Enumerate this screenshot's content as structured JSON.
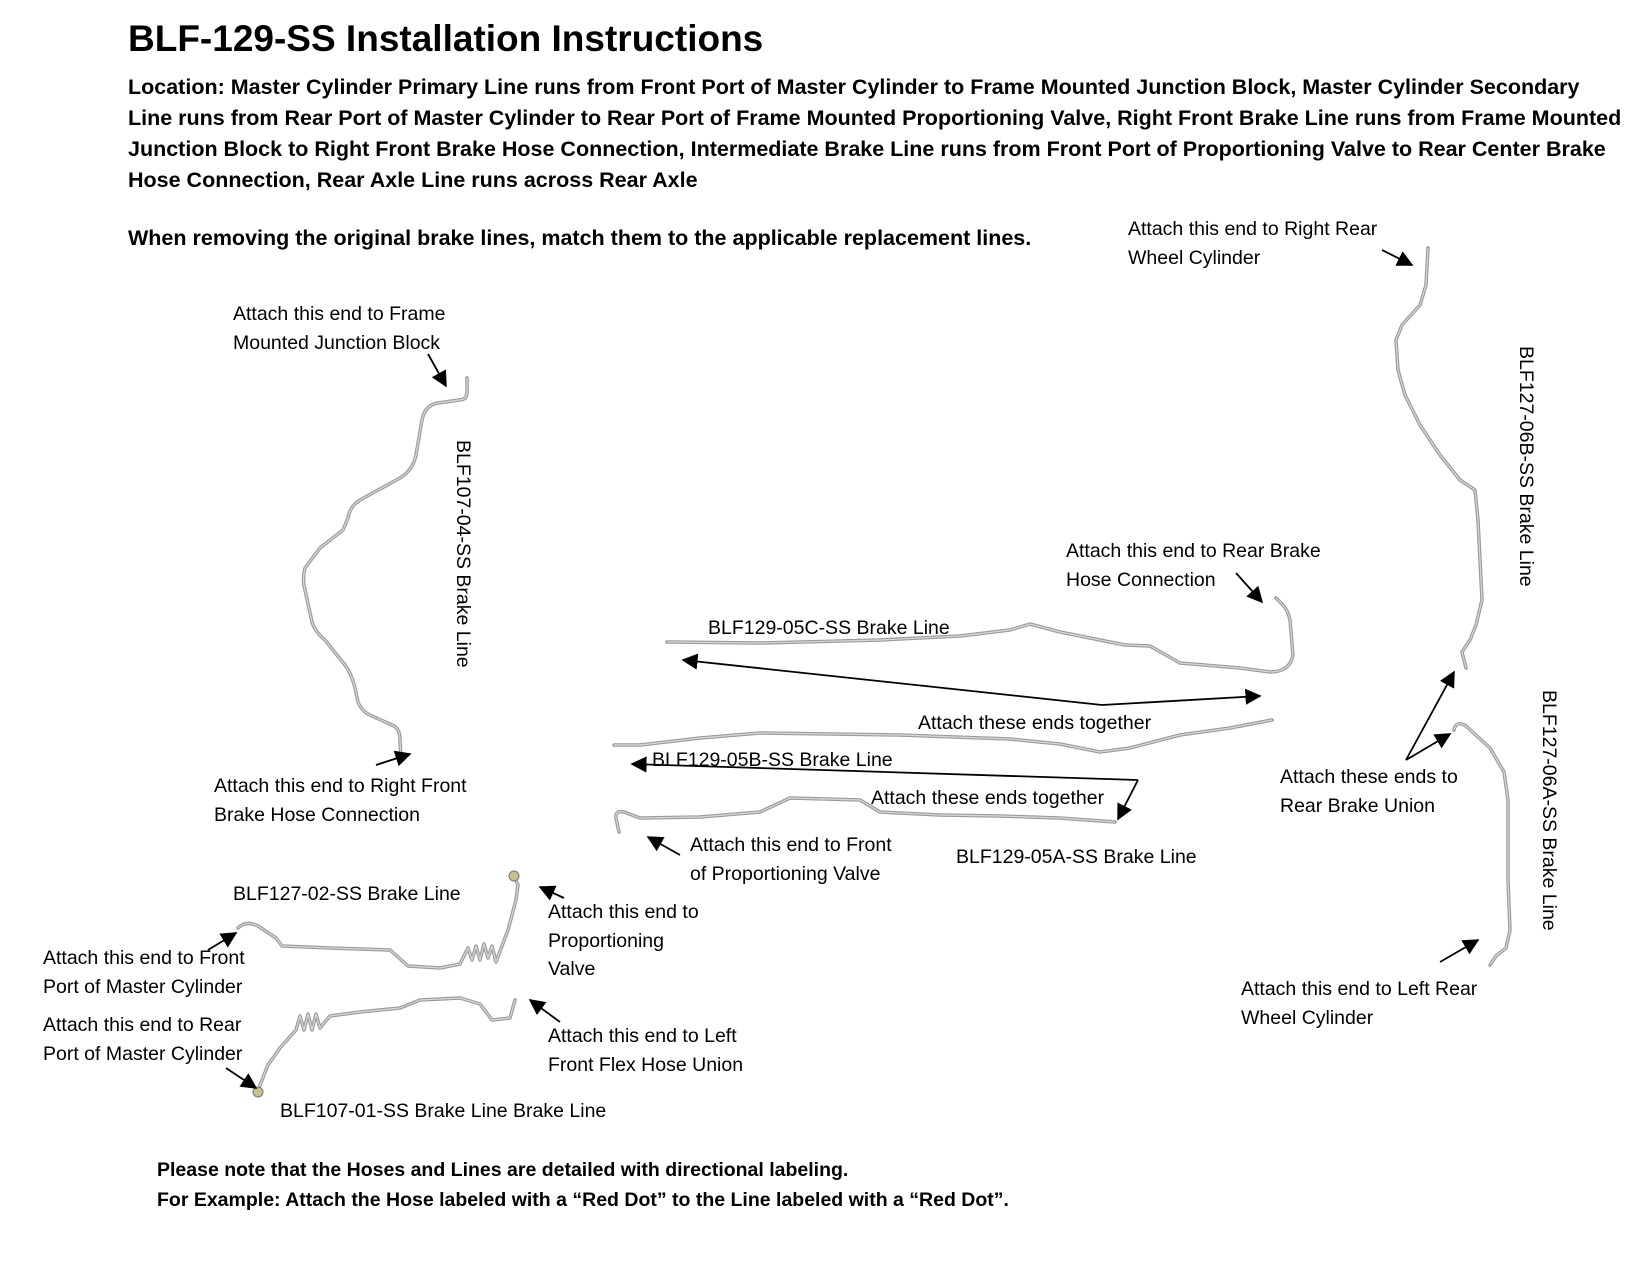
{
  "title": "BLF-129-SS Installation Instructions",
  "location": "Location: Master Cylinder Primary Line runs from Front Port of Master Cylinder to Frame Mounted Junction Block, Master Cylinder Secondary Line runs from Rear Port of Master Cylinder to Rear Port of Frame Mounted Proportioning Valve, Right Front Brake Line runs from Frame Mounted Junction Block to Right Front Brake Hose Connection, Intermediate Brake Line runs from Front Port of Proportioning Valve to Rear Center Brake Hose Connection, Rear Axle Line runs across Rear Axle",
  "match_note": "When removing the original brake lines, match them to the applicable replacement lines.",
  "labels": {
    "frame_junction": [
      "Attach this end to Frame",
      "Mounted Junction Block"
    ],
    "right_front_hose": [
      "Attach this end to Right Front",
      "Brake Hose Connection"
    ],
    "blf107_04": "BLF107-04-SS Brake Line",
    "rear_brake_hose": [
      "Attach this end to Rear Brake",
      "Hose Connection"
    ],
    "blf129_05c": "BLF129-05C-SS Brake Line",
    "attach_together_1": "Attach these ends together",
    "blf129_05b": "BLF129-05B-SS Brake Line",
    "attach_together_2": "Attach these ends together",
    "front_prop_valve": [
      "Attach this end to Front",
      "of Proportioning Valve"
    ],
    "blf129_05a": "BLF129-05A-SS Brake Line",
    "blf127_02": "BLF127-02-SS Brake Line",
    "front_port_mc": [
      "Attach this end to Front",
      "Port of Master Cylinder"
    ],
    "prop_valve": [
      "Attach this end to",
      "Proportioning",
      "Valve"
    ],
    "rear_port_mc": [
      "Attach this end to Rear",
      "Port of Master Cylinder"
    ],
    "left_front_flex": [
      "Attach this end to Left",
      "Front Flex Hose Union"
    ],
    "blf107_01": "BLF107-01-SS Brake Line Brake Line",
    "right_rear_wheel": [
      "Attach this end to Right Rear",
      "Wheel Cylinder"
    ],
    "blf127_06b": "BLF127-06B-SS Brake Line",
    "rear_brake_union": [
      "Attach these ends to",
      "Rear Brake Union"
    ],
    "blf127_06a": "BLF127-06A-SS Brake Line",
    "left_rear_wheel": [
      "Attach this end to Left Rear",
      "Wheel Cylinder"
    ]
  },
  "footer": [
    "Please note that the Hoses and Lines are detailed with directional labeling.",
    "For Example: Attach the Hose labeled with a “Red Dot” to the Line labeled with a “Red Dot”."
  ],
  "colors": {
    "pipe": "#9a9a9a",
    "text": "#000000",
    "background": "#ffffff"
  }
}
